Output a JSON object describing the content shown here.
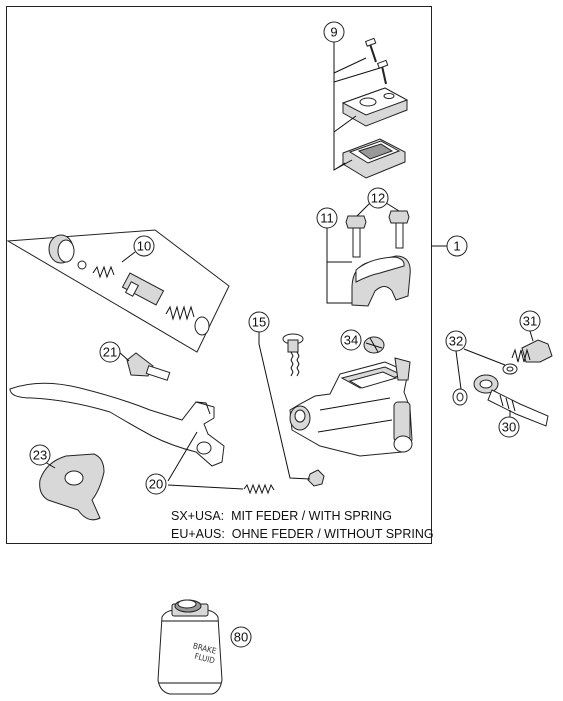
{
  "callouts": {
    "c1": "1",
    "c9": "9",
    "c10": "10",
    "c11": "11",
    "c12": "12",
    "c15": "15",
    "c20": "20",
    "c21": "21",
    "c23": "23",
    "c30": "30",
    "c31": "31",
    "c32": "32",
    "c34": "34",
    "c80": "80"
  },
  "notes": {
    "line1": "SX+USA:  MIT FEDER / WITH SPRING",
    "line2": "EU+AUS:  OHNE FEDER / WITHOUT SPRING"
  },
  "bottle": {
    "label_line1": "BRAKE",
    "label_line2": "FLUID"
  }
}
